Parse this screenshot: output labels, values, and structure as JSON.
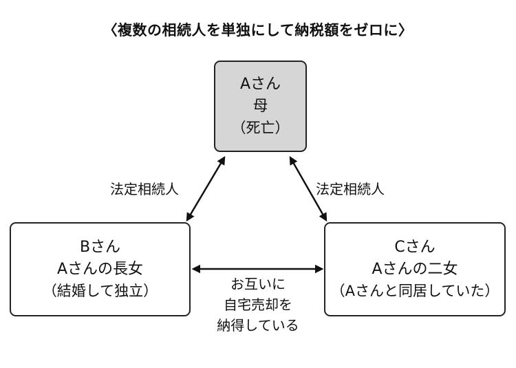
{
  "title": "〈複数の相続人を単独にして納税額をゼロに〉",
  "nodes": {
    "a": {
      "name": "Aさん",
      "role": "母",
      "note": "（死亡）"
    },
    "b": {
      "name": "Bさん",
      "role": "Aさんの長女",
      "note": "（結婚して独立）"
    },
    "c": {
      "name": "Cさん",
      "role": "Aさんの二女",
      "note": "（Aさんと同居していた）"
    }
  },
  "edges": {
    "left_label": "法定相続人",
    "right_label": "法定相続人",
    "middle_note": [
      "お互いに",
      "自宅売却を",
      "納得している"
    ]
  },
  "colors": {
    "deceased_fill": "#d6d6d6",
    "line": "#111111"
  }
}
